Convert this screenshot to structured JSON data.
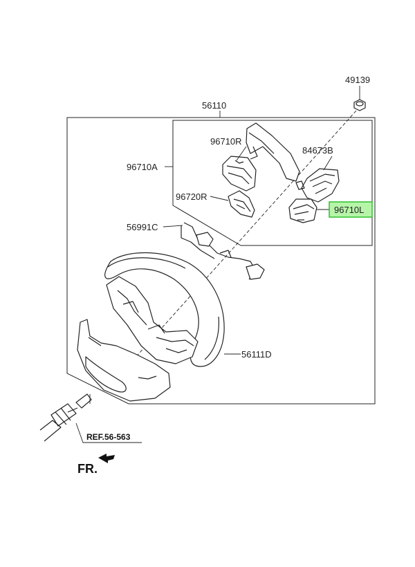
{
  "parts": {
    "p49139": "49139",
    "p56110": "56110",
    "p96710R": "96710R",
    "p84673B": "84673B",
    "p96710A": "96710A",
    "p96720R": "96720R",
    "p96710L": "96710L",
    "p56991C": "56991C",
    "p56111D": "56111D"
  },
  "reference": "REF.56-563",
  "direction": "FR.",
  "highlight": {
    "part": "96710L",
    "fill": "#b6f5a8",
    "border": "#2dbf2d"
  }
}
